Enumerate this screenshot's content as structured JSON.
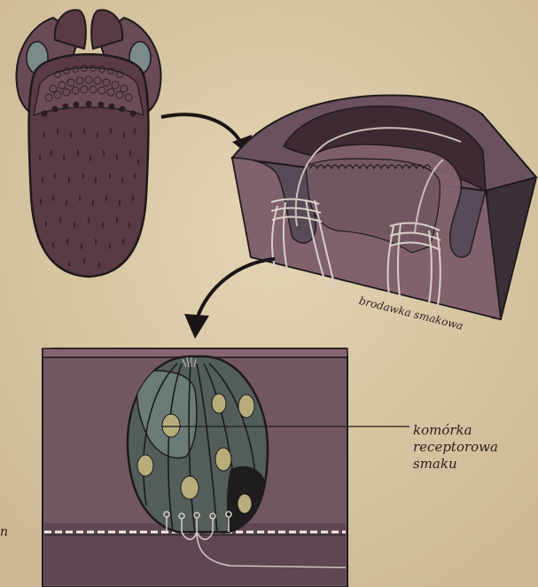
{
  "labels": {
    "taste_bud": "brodawka smakowa",
    "receptor_cell": [
      "komórka",
      "receptorowa",
      "smaku"
    ],
    "edge_fragment": "n"
  },
  "colors": {
    "background": "#dccba8",
    "tongue": "#5a3a44",
    "tongue_dark": "#3a2229",
    "block_front": "#574b58",
    "block_top": "#6b5060",
    "block_side": "#3b3038",
    "mucosa": "#866470",
    "tissue": "#725763",
    "bud_body": "#525d5c",
    "bud_light": "#6a7b78",
    "nucleus": "#b7ad7a",
    "outline": "#1e1a1c",
    "nerve": "#cfc7c0"
  },
  "icons": [
    "arrow-icon",
    "arrow-icon"
  ]
}
